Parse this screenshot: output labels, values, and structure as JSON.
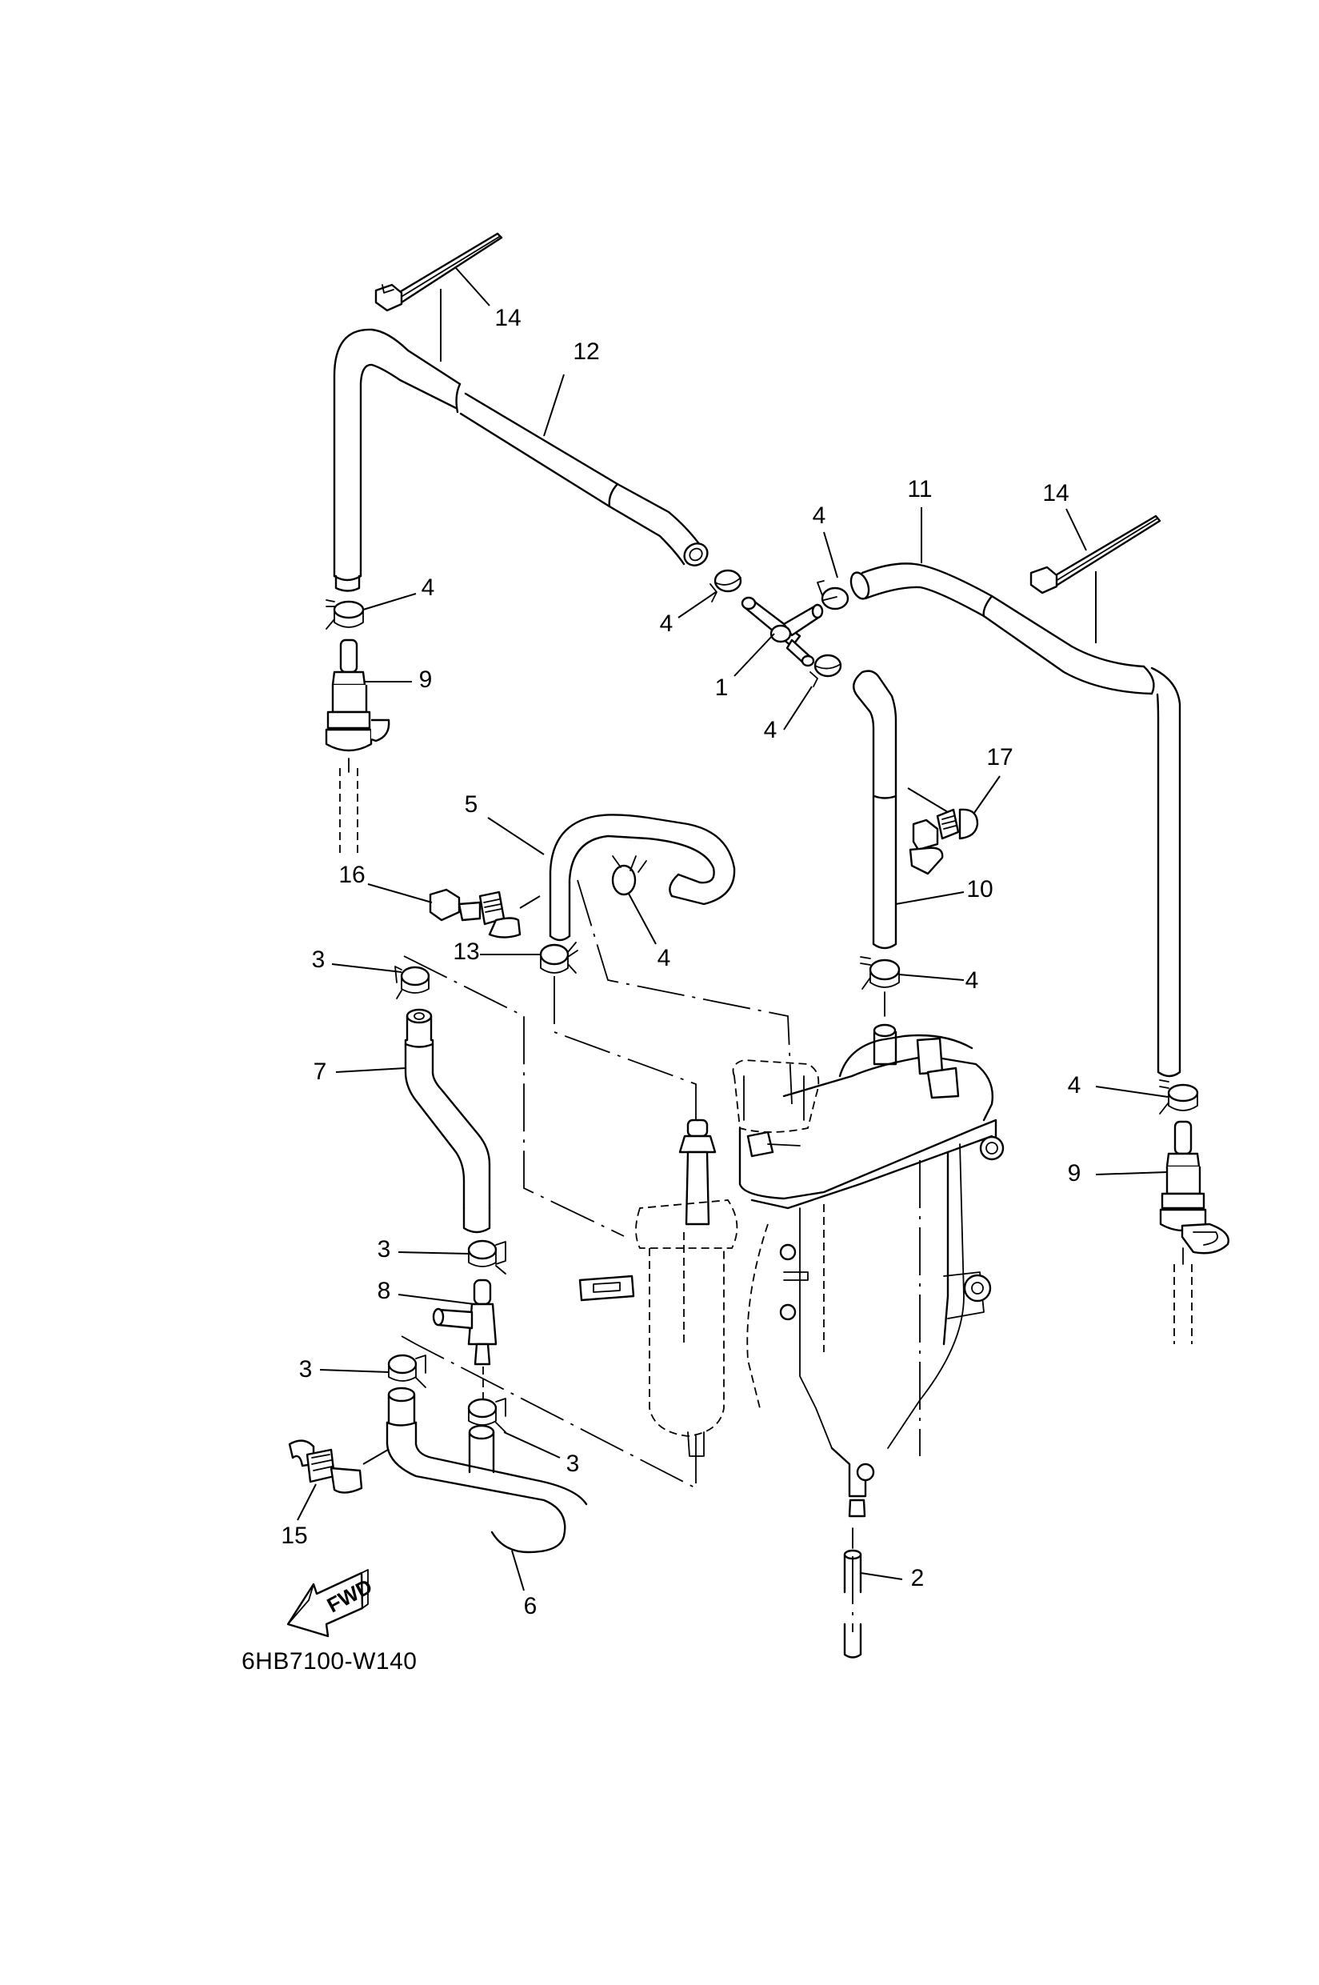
{
  "diagram": {
    "title_code": "6HB7100-W140",
    "direction_marker": {
      "text": "FWD",
      "icon": "forward-arrow-icon"
    },
    "line_color": "#000000",
    "background_color": "#ffffff",
    "callouts": [
      {
        "id": "c14a",
        "part": "14",
        "label": "14"
      },
      {
        "id": "c12",
        "part": "12",
        "label": "12"
      },
      {
        "id": "c11",
        "part": "11",
        "label": "11"
      },
      {
        "id": "c14b",
        "part": "14",
        "label": "14"
      },
      {
        "id": "c4a",
        "part": "4",
        "label": "4"
      },
      {
        "id": "c4b",
        "part": "4",
        "label": "4"
      },
      {
        "id": "c4c",
        "part": "4",
        "label": "4"
      },
      {
        "id": "c1",
        "part": "1",
        "label": "1"
      },
      {
        "id": "c4d",
        "part": "4",
        "label": "4"
      },
      {
        "id": "c9a",
        "part": "9",
        "label": "9"
      },
      {
        "id": "c17",
        "part": "17",
        "label": "17"
      },
      {
        "id": "c5",
        "part": "5",
        "label": "5"
      },
      {
        "id": "c10",
        "part": "10",
        "label": "10"
      },
      {
        "id": "c16",
        "part": "16",
        "label": "16"
      },
      {
        "id": "c4e",
        "part": "4",
        "label": "4"
      },
      {
        "id": "c13",
        "part": "13",
        "label": "13"
      },
      {
        "id": "c4f",
        "part": "4",
        "label": "4"
      },
      {
        "id": "c3a",
        "part": "3",
        "label": "3"
      },
      {
        "id": "c7",
        "part": "7",
        "label": "7"
      },
      {
        "id": "c4g",
        "part": "4",
        "label": "4"
      },
      {
        "id": "c9b",
        "part": "9",
        "label": "9"
      },
      {
        "id": "c3b",
        "part": "3",
        "label": "3"
      },
      {
        "id": "c8",
        "part": "8",
        "label": "8"
      },
      {
        "id": "c3c",
        "part": "3",
        "label": "3"
      },
      {
        "id": "c3d",
        "part": "3",
        "label": "3"
      },
      {
        "id": "c15",
        "part": "15",
        "label": "15"
      },
      {
        "id": "c6",
        "part": "6",
        "label": "6"
      },
      {
        "id": "c2",
        "part": "2",
        "label": "2"
      }
    ],
    "parts": [
      {
        "ref": "1",
        "name": "joint-tee",
        "icon": "tee-joint-icon"
      },
      {
        "ref": "2",
        "name": "hose",
        "icon": "hose-icon"
      },
      {
        "ref": "3",
        "name": "clip",
        "icon": "hose-clip-icon"
      },
      {
        "ref": "4",
        "name": "clip",
        "icon": "hose-clip-icon"
      },
      {
        "ref": "5",
        "name": "hose",
        "icon": "hose-icon"
      },
      {
        "ref": "6",
        "name": "hose",
        "icon": "hose-icon"
      },
      {
        "ref": "7",
        "name": "hose",
        "icon": "hose-icon"
      },
      {
        "ref": "8",
        "name": "joint-tee",
        "icon": "tee-joint-icon"
      },
      {
        "ref": "9",
        "name": "connector",
        "icon": "quick-connector-icon"
      },
      {
        "ref": "10",
        "name": "hose",
        "icon": "hose-icon"
      },
      {
        "ref": "11",
        "name": "hose",
        "icon": "hose-icon"
      },
      {
        "ref": "12",
        "name": "hose",
        "icon": "hose-icon"
      },
      {
        "ref": "13",
        "name": "clip",
        "icon": "hose-clip-icon"
      },
      {
        "ref": "14",
        "name": "cable-tie",
        "icon": "cable-tie-icon"
      },
      {
        "ref": "15",
        "name": "holder",
        "icon": "hose-holder-icon"
      },
      {
        "ref": "16",
        "name": "holder",
        "icon": "hose-holder-icon"
      },
      {
        "ref": "17",
        "name": "holder",
        "icon": "hose-holder-icon"
      }
    ]
  }
}
